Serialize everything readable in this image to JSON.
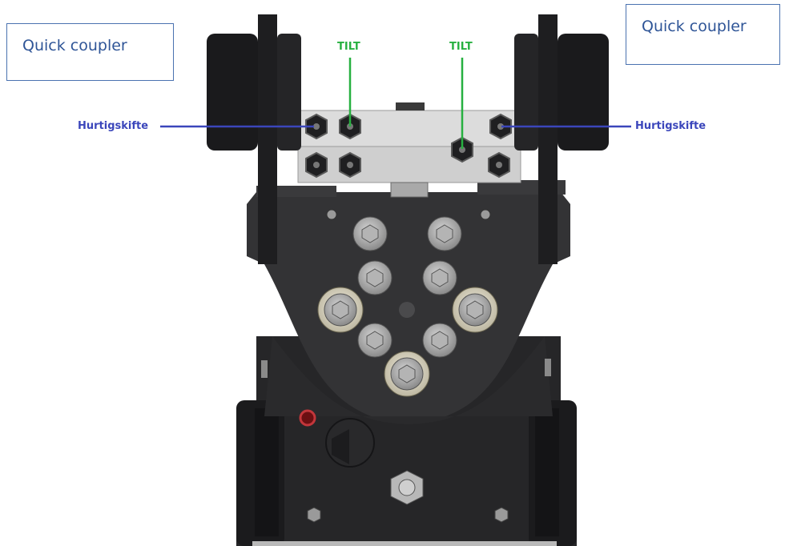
{
  "labels": {
    "quick_coupler_left": "Quick coupler",
    "quick_coupler_right": "Quick coupler",
    "tilt_left": "TILT",
    "tilt_right": "TILT",
    "hurtigskifte_left": "Hurtigskifte",
    "hurtigskifte_right": "Hurtigskifte"
  },
  "colors": {
    "hurtigskifte_line": "#3b46bb",
    "tilt_line": "#27b040",
    "box_border": "#4a72b0",
    "body_dark": "#2d2d2f",
    "manifold": "#d8d8d8"
  }
}
